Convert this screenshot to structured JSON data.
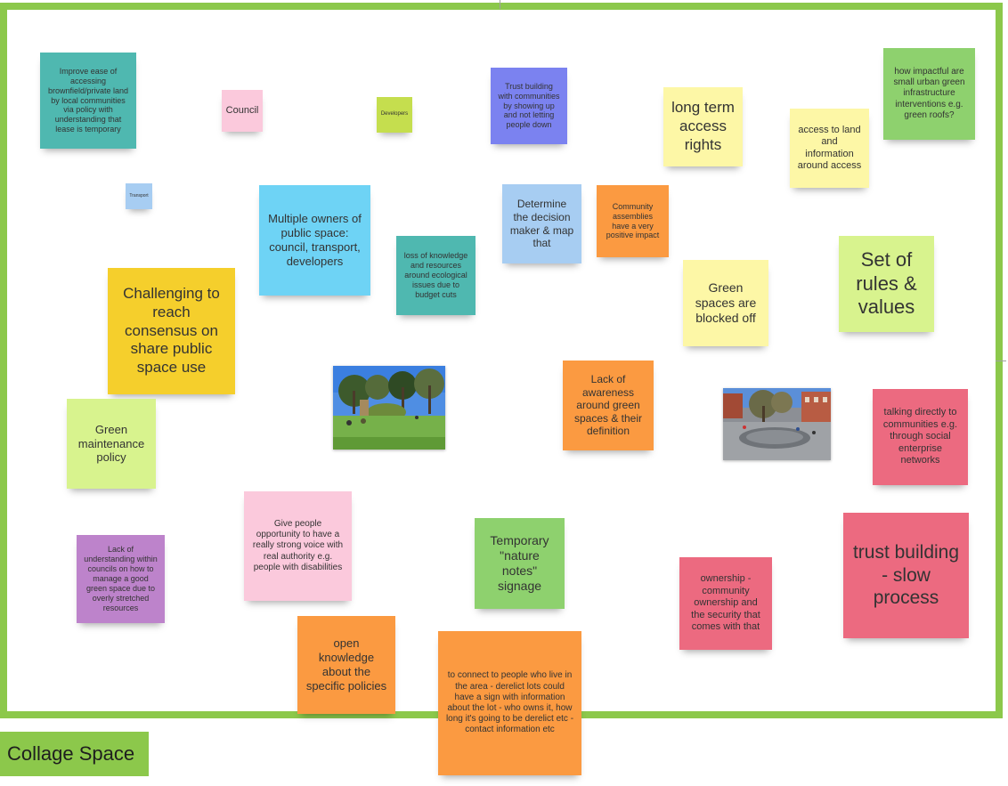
{
  "frame": {
    "label": "Collage Space",
    "border_color": "#8cc84b"
  },
  "colors": {
    "teal": "#4fb8b0",
    "pink_light": "#fbc9dc",
    "lime": "#c5de4e",
    "blue_purple": "#7b82f0",
    "yellow_pale": "#fdf7a6",
    "green": "#8ed16e",
    "blue_light": "#a7cdf2",
    "cyan": "#6ed3f5",
    "orange": "#fb9a41",
    "yellow": "#f5cf2c",
    "lime_pale": "#d8f38e",
    "purple": "#bd83cb",
    "red_pink": "#ec6a80"
  },
  "notes": [
    {
      "name": "note-improve-ease-of-access",
      "text": "Improve ease of accessing brownfield/private land by local communities via policy with understanding that lease is temporary",
      "color": "teal"
    },
    {
      "name": "note-council",
      "text": "Council",
      "color": "pink_light"
    },
    {
      "name": "note-developers",
      "text": "Developers",
      "color": "lime"
    },
    {
      "name": "note-trust-building-communities",
      "text": "Trust building with communities by showing up and not letting people down",
      "color": "blue_purple"
    },
    {
      "name": "note-long-term-access-rights",
      "text": "long term access rights",
      "color": "yellow_pale"
    },
    {
      "name": "note-access-to-land",
      "text": "access to land and information around access",
      "color": "yellow_pale"
    },
    {
      "name": "note-small-urban-green",
      "text": "how impactful are small urban green infrastructure interventions e.g. green roofs?",
      "color": "green"
    },
    {
      "name": "note-transport",
      "text": "Transport",
      "color": "blue_light"
    },
    {
      "name": "note-multiple-owners",
      "text": "Multiple owners of public space: council, transport, developers",
      "color": "cyan"
    },
    {
      "name": "note-loss-of-knowledge",
      "text": "loss of knowledge and resources around ecological issues due to budget cuts",
      "color": "teal"
    },
    {
      "name": "note-determine-decision-maker",
      "text": "Determine the decision maker & map that",
      "color": "blue_light"
    },
    {
      "name": "note-community-assemblies",
      "text": "Community assemblies have a very positive impact",
      "color": "orange"
    },
    {
      "name": "note-set-of-rules",
      "text": "Set of rules & values",
      "color": "lime_pale"
    },
    {
      "name": "note-challenging-consensus",
      "text": "Challenging to reach consensus on share public space use",
      "color": "yellow"
    },
    {
      "name": "note-green-spaces-blocked",
      "text": "Green spaces are blocked off",
      "color": "yellow_pale"
    },
    {
      "name": "note-green-maintenance-policy",
      "text": "Green maintenance policy",
      "color": "lime_pale"
    },
    {
      "name": "note-lack-of-awareness",
      "text": "Lack of awareness around green spaces & their definition",
      "color": "orange"
    },
    {
      "name": "note-talking-directly",
      "text": "talking directly to communities e.g. through social enterprise networks",
      "color": "red_pink"
    },
    {
      "name": "note-give-people-opportunity",
      "text": "Give people opportunity to have a really strong voice with real authority e.g. people with disabilities",
      "color": "pink_light"
    },
    {
      "name": "note-temporary-nature-notes",
      "text": "Temporary \"nature notes\" signage",
      "color": "green"
    },
    {
      "name": "note-trust-building-slow",
      "text": "trust building - slow process",
      "color": "red_pink"
    },
    {
      "name": "note-lack-of-understanding",
      "text": "Lack of understanding within councils on how to manage a good green space due to overly stretched resources",
      "color": "purple"
    },
    {
      "name": "note-ownership-community",
      "text": "ownership - community ownership and the security that comes with that",
      "color": "red_pink"
    },
    {
      "name": "note-open-knowledge",
      "text": "open knowledge about the specific policies",
      "color": "orange"
    },
    {
      "name": "note-connect-to-people",
      "text": "to connect to people who live in the area - derelict lots could have a sign with information about the lot - who owns it, how long it's going to be derelict etc - contact information etc",
      "color": "orange"
    }
  ]
}
